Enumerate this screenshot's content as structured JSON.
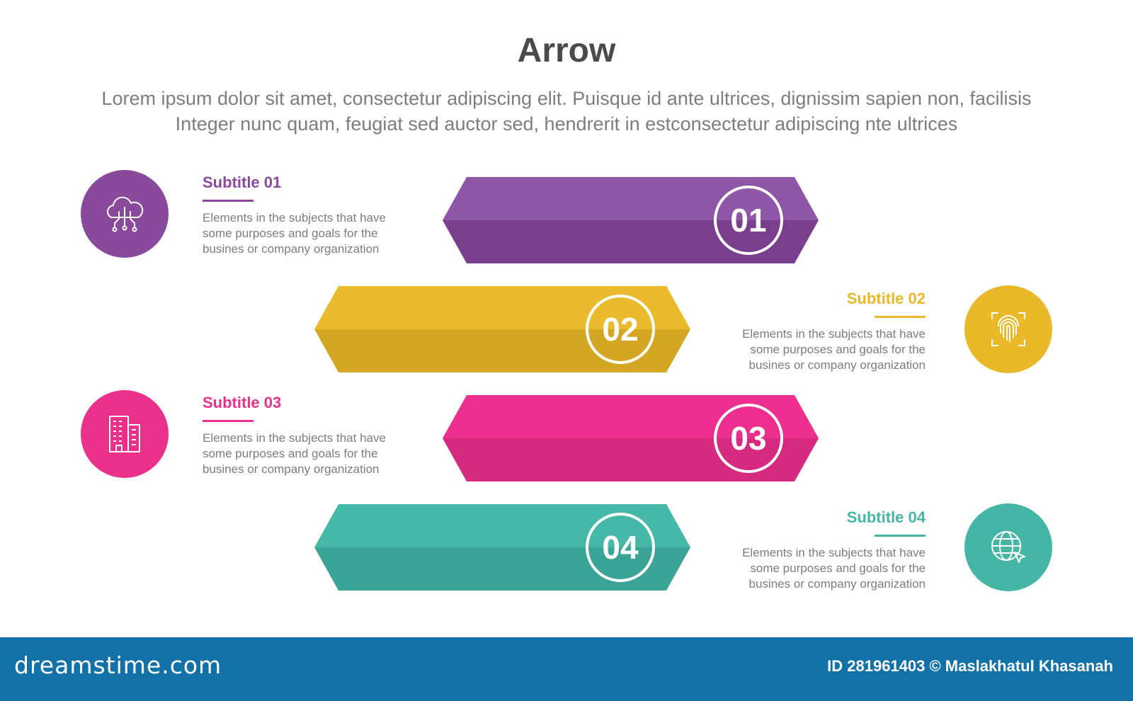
{
  "header": {
    "title": "Arrow",
    "subtitle_line1": "Lorem ipsum dolor sit amet, consectetur adipiscing elit. Puisque id ante ultrices, dignissim sapien non, facilisis",
    "subtitle_line2": "Integer nunc quam, feugiat sed auctor sed, hendrerit in estconsectetur adipiscing nte ultrices"
  },
  "items": [
    {
      "number": "01",
      "subtitle": "Subtitle 01",
      "desc1": "Elements in the subjects that have",
      "desc2": "some purposes and goals for the",
      "desc3": "busines or company organization",
      "color": "#8a4a9c",
      "icon": "cloud-network-icon"
    },
    {
      "number": "02",
      "subtitle": "Subtitle 02",
      "desc1": "Elements in the subjects that have",
      "desc2": "some purposes and goals for the",
      "desc3": "busines or company organization",
      "color": "#e9b92a",
      "icon": "fingerprint-icon"
    },
    {
      "number": "03",
      "subtitle": "Subtitle 03",
      "desc1": "Elements in the subjects that have",
      "desc2": "some purposes and goals for the",
      "desc3": "busines or company organization",
      "color": "#e9308a",
      "icon": "building-icon"
    },
    {
      "number": "04",
      "subtitle": "Subtitle 04",
      "desc1": "Elements in the subjects that have",
      "desc2": "some purposes and goals for the",
      "desc3": "busines or company organization",
      "color": "#45b6a6",
      "icon": "globe-cursor-icon"
    }
  ],
  "footer": {
    "logo": "dreamstime.com",
    "credit": "ID 281961403 © Maslakhatul Khasanah"
  }
}
